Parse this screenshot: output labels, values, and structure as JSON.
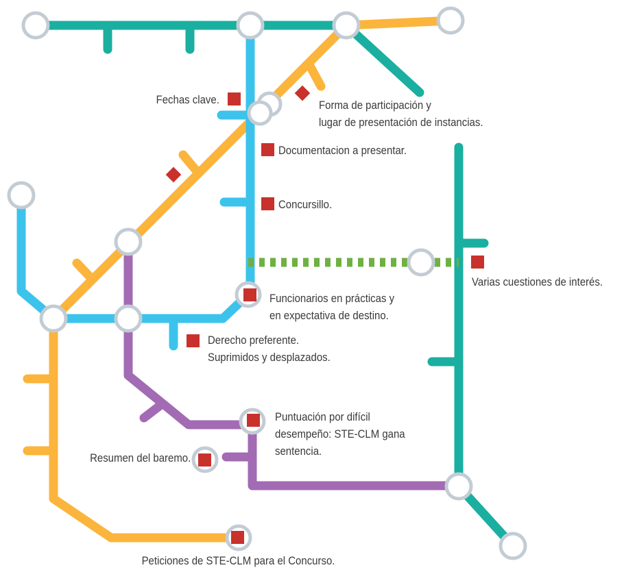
{
  "colors": {
    "teal_line": "#1aafa0",
    "blue_line": "#3cc3ec",
    "orange_line": "#fbb43c",
    "purple_line": "#a26bb3",
    "green_dotted_line": "#6fb043",
    "station_ring": "#c3ccd4",
    "marker": "#c9312c"
  },
  "labels": {
    "fechas_clave": "Fechas clave.",
    "forma_participacion": [
      "Forma de participación y",
      "lugar de presentación de instancias."
    ],
    "documentacion": "Documentacion a presentar.",
    "concursillo": "Concursillo.",
    "varias_cuestiones": "Varias cuestiones de interés.",
    "funcionarios": [
      "Funcionarios en prácticas y",
      "en expectativa de destino."
    ],
    "derecho_preferente": [
      "Derecho preferente.",
      "Suprimidos y desplazados."
    ],
    "puntuacion": [
      "Puntuación por difícil",
      "desempeño: STE-CLM gana",
      "sentencia."
    ],
    "resumen": "Resumen del baremo.",
    "peticiones": "Peticiones de STE-CLM para el Concurso."
  }
}
